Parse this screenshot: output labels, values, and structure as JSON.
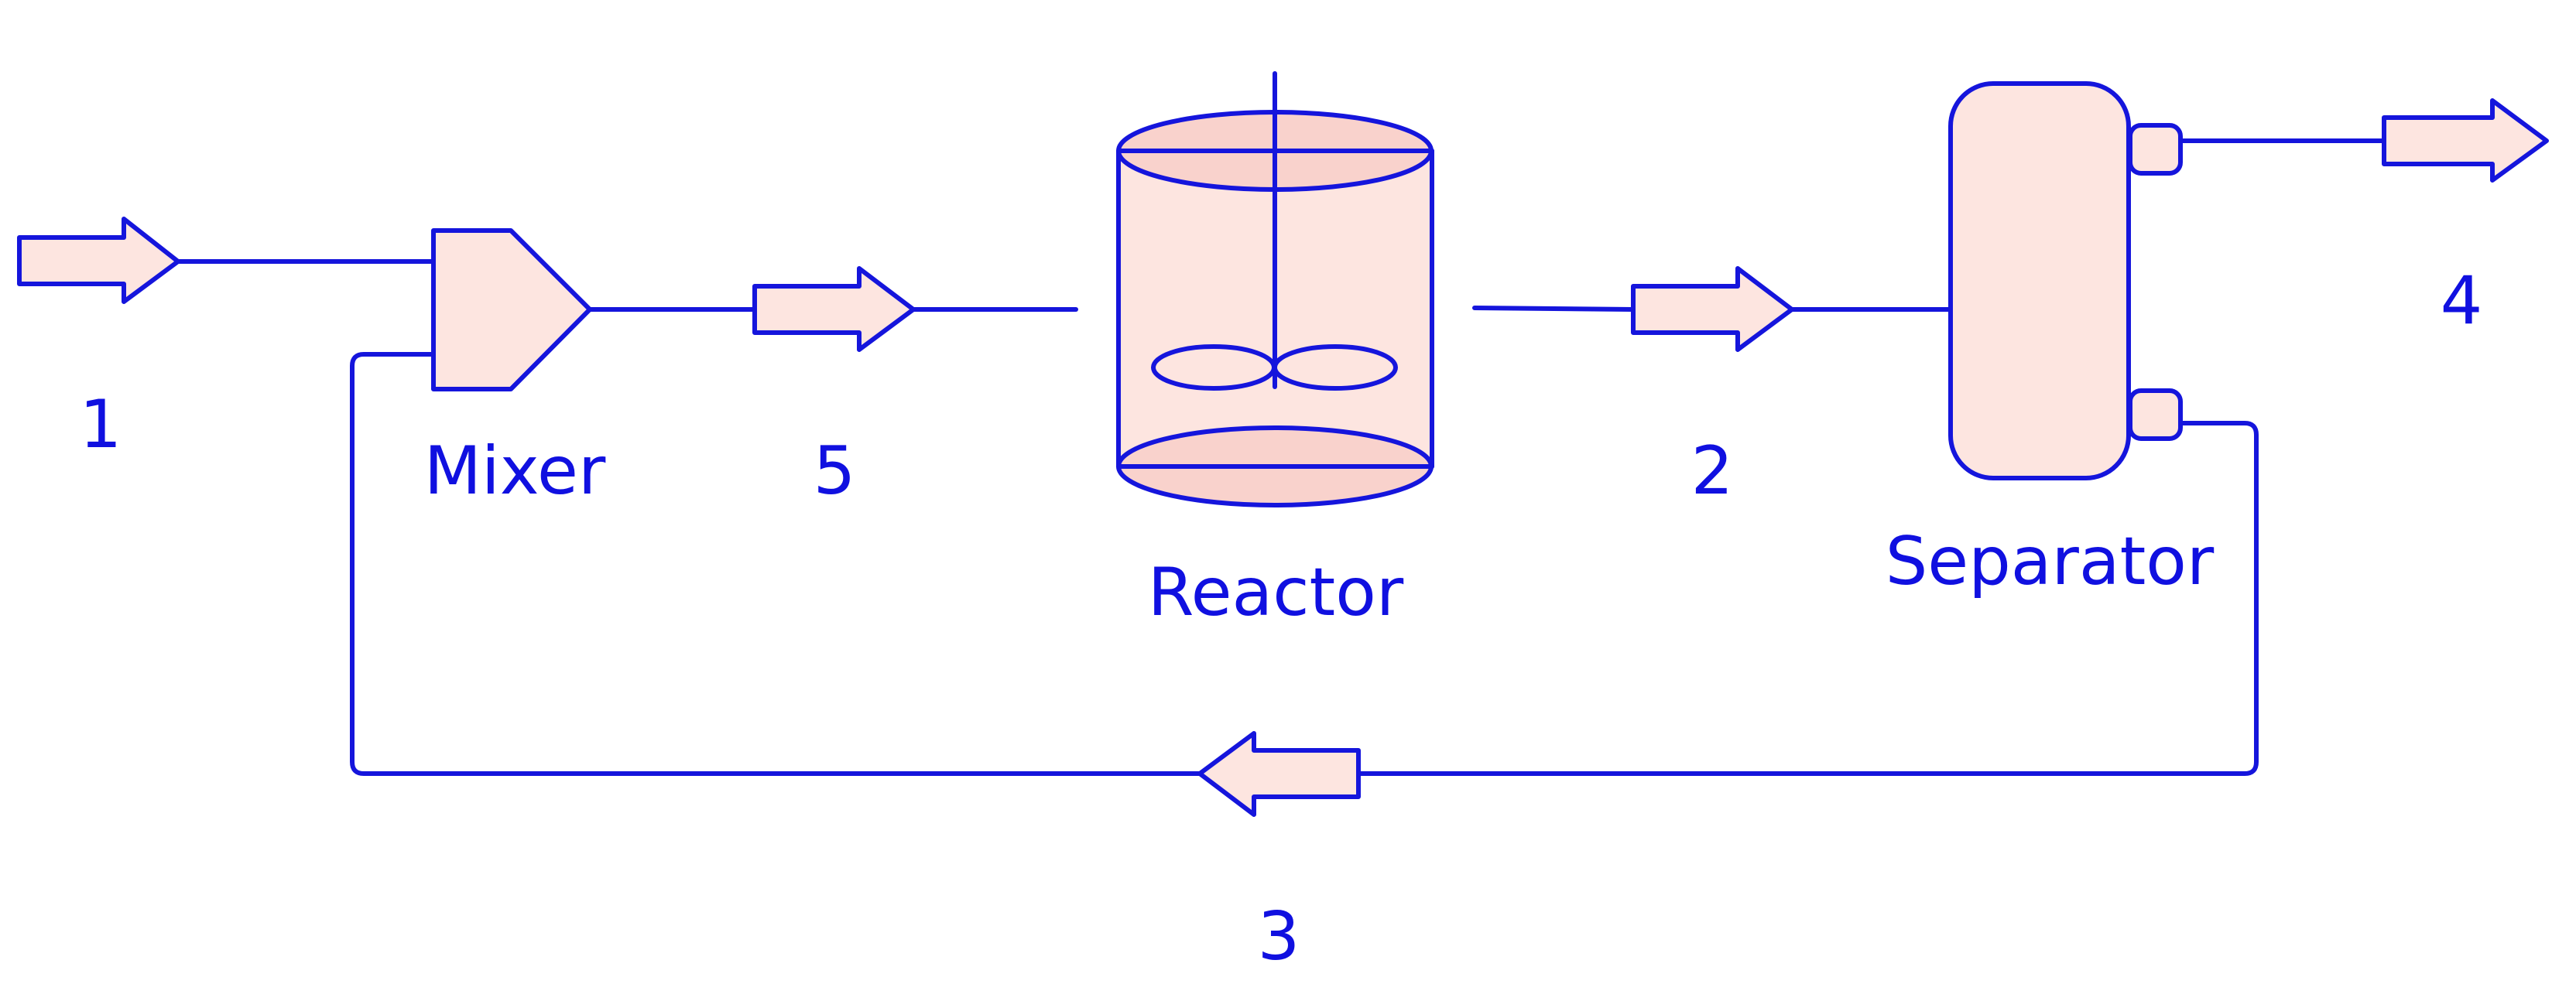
{
  "colors": {
    "stroke": "#1515dc",
    "fill": "#fde5e0",
    "fill_dark": "#f9d2cc",
    "text": "#1010e0"
  },
  "units": {
    "mixer": "Mixer",
    "reactor": "Reactor",
    "separator": "Separator"
  },
  "streams": {
    "s1": "1",
    "s2": "2",
    "s3": "3",
    "s4": "4",
    "s5": "5"
  }
}
